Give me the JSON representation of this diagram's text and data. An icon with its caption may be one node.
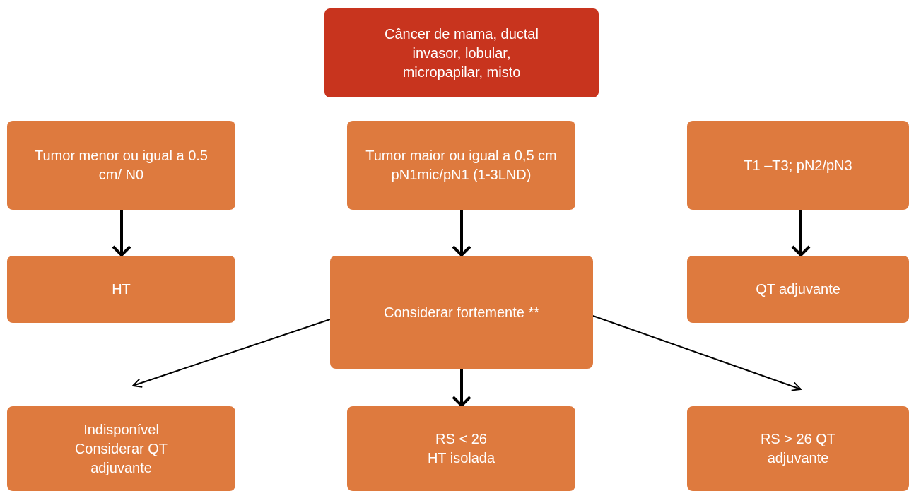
{
  "diagram": {
    "nodes": [
      {
        "text": [
          "Câncer de mama, ductal invasor, lobular, micropapilar, misto"
        ]
      },
      {
        "text": [
          "Tumor menor ou igual a 0.5 cm/ N0"
        ]
      },
      {
        "text": [
          "Tumor maior ou igual a 0,5 cm pN1mic/pN1 (1-3LND)"
        ]
      },
      {
        "text": [
          "T1 –T3; pN2/pN3"
        ]
      },
      {
        "text": [
          "HT"
        ]
      },
      {
        "text": [
          "Considerar fortemente **"
        ]
      },
      {
        "text": [
          "QT adjuvante"
        ]
      },
      {
        "text": [
          "Indisponível Considerar QT adjuvante"
        ]
      },
      {
        "text": [
          "RS < 26 HT isolada"
        ]
      },
      {
        "text": [
          "RS > 26 QT adjuvante"
        ]
      }
    ],
    "edges": [
      {
        "from": 1,
        "to": 4,
        "arrow": "to"
      },
      {
        "from": 2,
        "to": 5,
        "arrow": "to"
      },
      {
        "from": 3,
        "to": 6,
        "arrow": "to"
      },
      {
        "from": 5,
        "to": 7,
        "arrow": "to"
      },
      {
        "from": 5,
        "to": 8,
        "arrow": "to"
      },
      {
        "from": 5,
        "to": 9,
        "arrow": "to"
      }
    ]
  }
}
